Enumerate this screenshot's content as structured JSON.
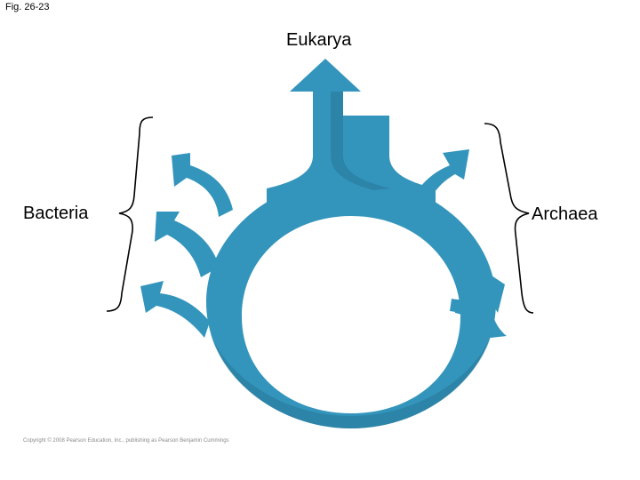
{
  "figure": {
    "label": "Fig. 26-23",
    "labels": {
      "eukarya": "Eukarya",
      "bacteria": "Bacteria",
      "archaea": "Archaea"
    },
    "copyright": "Copyright © 2008 Pearson Education, Inc., publishing as Pearson Benjamin Cummings"
  },
  "colors": {
    "ring": "#3495BC",
    "shadow": "#246F91",
    "bracket": "#000000"
  }
}
